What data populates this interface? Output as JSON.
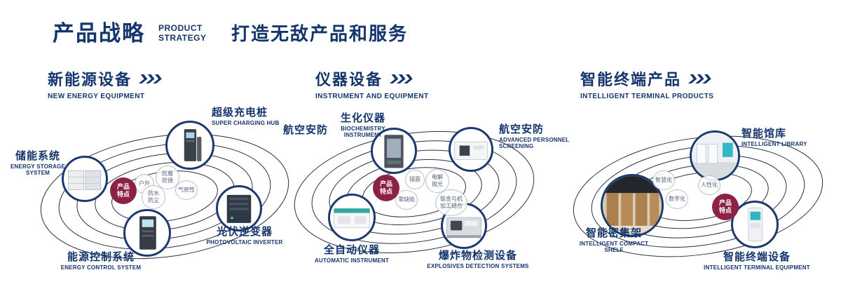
{
  "header": {
    "title": "产品战略",
    "subtitle_line1": "PRODUCT",
    "subtitle_line2": "STRATEGY",
    "tagline": "打造无敌产品和服务"
  },
  "colors": {
    "navy": "#15356d",
    "badge_red": "#8d2145",
    "orbit_stroke": "#2a3040",
    "accent_teal": "#2fb5c5"
  },
  "icons": {
    "section_arrow": "triple-chevron-right"
  },
  "sections": [
    {
      "title": "新能源设备",
      "subtitle": "NEW ENERGY EQUIPMENT",
      "badge": "产品特点",
      "tags": [
        "户外",
        "防腐防锈",
        "防水防尘",
        "气密性"
      ],
      "products": [
        {
          "zh": "超级充电桩",
          "en": "SUPER CHARGING HUB",
          "image": "super-charging-hub"
        },
        {
          "zh": "储能系统",
          "en": "ENERGY STORAGE SYSTEM",
          "image": "energy-storage-system"
        },
        {
          "zh": "光伏逆变器",
          "en": "PHOTOVOLTAIC INVERTER",
          "image": "photovoltaic-inverter"
        },
        {
          "zh": "能源控制系统",
          "en": "ENERGY CONTROL SYSTEM",
          "image": "energy-control-system"
        }
      ]
    },
    {
      "title": "仪器设备",
      "subtitle": "INSTRUMENT AND EQUIPMENT",
      "badge": "产品特点",
      "extra_label": "航空安防",
      "tags": [
        "镜面",
        "电解抛光",
        "零缺陷",
        "钣金与机加工结合"
      ],
      "products": [
        {
          "zh": "生化仪器",
          "en": "BIOCHEMISTRY INSTRUMENT",
          "image": "biochemistry-instrument"
        },
        {
          "zh": "航空安防",
          "en": "ADVANCED PERSONNEL SCREENING",
          "image": "personnel-screening"
        },
        {
          "zh": "全自动仪器",
          "en": "AUTOMATIC INSTRUMENT",
          "image": "automatic-instrument"
        },
        {
          "zh": "爆炸物检测设备",
          "en": "EXPLOSIVES DETECTION SYSTEMS",
          "image": "explosives-detection"
        }
      ]
    },
    {
      "title": "智能终端产品",
      "subtitle": "INTELLIGENT TERMINAL PRODUCTS",
      "badge": "产品特点",
      "tags": [
        "智慧化",
        "人性化",
        "数字化"
      ],
      "products": [
        {
          "zh": "智能馆库",
          "en": "INTELLIGENT LIBRARY",
          "image": "intelligent-library"
        },
        {
          "zh": "智能密集架",
          "en": "INTELLIGENT COMPACT SHELF",
          "image": "intelligent-compact-shelf"
        },
        {
          "zh": "智能终端设备",
          "en": "INTELLIGENT TERMINAL EQUIPMENT",
          "image": "intelligent-terminal-equipment"
        }
      ]
    }
  ]
}
